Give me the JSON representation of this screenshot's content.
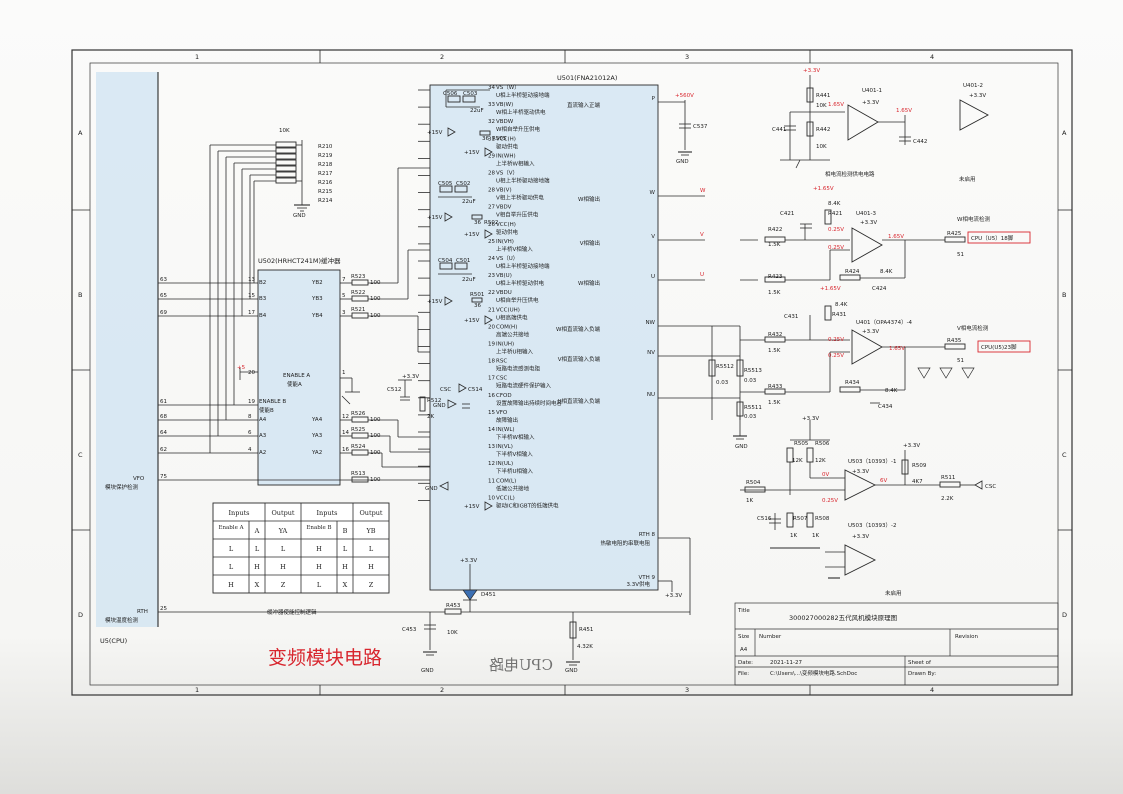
{
  "title_block": {
    "title_label": "Title",
    "title": "300027000282五代风机模块原理图",
    "size_label": "Size",
    "size": "A4",
    "number_label": "Number",
    "revision_label": "Revision",
    "date_label": "Date:",
    "date": "2021-11-27",
    "sheet_label": "Sheet  of",
    "file_label": "File:",
    "file": "C:\\Users\\...\\变频模块电路.SchDoc",
    "drawn_label": "Drawn By:"
  },
  "sheet_title": "变频模块电路",
  "mirror_text": "CPU电路",
  "grid": {
    "cols": [
      "1",
      "2",
      "3",
      "4"
    ],
    "rows": [
      "A",
      "B",
      "C",
      "D"
    ]
  },
  "u501": {
    "ref": "U501(FNA21012A)",
    "pins_left": [
      {
        "num": "34",
        "name": "VS（W）",
        "desc": "U相上半桥驱动接地端"
      },
      {
        "num": "33",
        "name": "VB(W)",
        "desc": "W相上半桥驱动供电"
      },
      {
        "num": "32",
        "name": "VBDW",
        "desc": "W相自举升压供电"
      },
      {
        "num": "31",
        "name": "VCC(H)",
        "desc": "驱动供电"
      },
      {
        "num": "29",
        "name": "IN(WH)",
        "desc": "上半桥W相输入"
      },
      {
        "num": "28",
        "name": "VS（V）",
        "desc": "U相上半桥驱动接地端"
      },
      {
        "num": "28",
        "name": "VB(V)",
        "desc": "V相上半桥驱动供电"
      },
      {
        "num": "27",
        "name": "VBDV",
        "desc": "V相自举升压供电"
      },
      {
        "num": "26",
        "name": "VCC(H)",
        "desc": "驱动供电"
      },
      {
        "num": "25",
        "name": "IN(VH)",
        "desc": "上半桥V相输入"
      },
      {
        "num": "24",
        "name": "VS（U）",
        "desc": "U相上半桥驱动接地端"
      },
      {
        "num": "23",
        "name": "VB(U)",
        "desc": "U相上半桥驱动供电"
      },
      {
        "num": "22",
        "name": "VBDU",
        "desc": "U相自举升压供电"
      },
      {
        "num": "21",
        "name": "VCC(UH)",
        "desc": "U相高端供电"
      },
      {
        "num": "20",
        "name": "COM(H)",
        "desc": "高端公共接地"
      },
      {
        "num": "19",
        "name": "IN(UH)",
        "desc": "上半桥U相输入"
      },
      {
        "num": "18",
        "name": "RSC",
        "desc": "短路电流感测电阻"
      },
      {
        "num": "17",
        "name": "CSC",
        "desc": "短路电流硬件保护输入"
      },
      {
        "num": "16",
        "name": "CFOD",
        "desc": "设置故障输出持续时间电容"
      },
      {
        "num": "15",
        "name": "VFO",
        "desc": "故障输出"
      },
      {
        "num": "14",
        "name": "IN(WL)",
        "desc": "下半桥W相输入"
      },
      {
        "num": "13",
        "name": "IN(VL)",
        "desc": "下半桥V相输入"
      },
      {
        "num": "12",
        "name": "IN(UL)",
        "desc": "下半桥U相输入"
      },
      {
        "num": "11",
        "name": "COM(L)",
        "desc": "低端公共接地"
      },
      {
        "num": "10",
        "name": "VCC(L)",
        "desc": "驱动IC和IGBT的低端供电"
      }
    ],
    "pins_right": [
      {
        "num": "P",
        "label": "直流输入正端"
      },
      {
        "num": "W",
        "label": "W相输出"
      },
      {
        "num": "V",
        "label": "V相输出"
      },
      {
        "num": "U",
        "label": "W相输出"
      },
      {
        "num": "NW",
        "label": "W相直流输入负端"
      },
      {
        "num": "NV",
        "label": "V相直流输入负端"
      },
      {
        "num": "NU",
        "label": "U相直流输入负端"
      },
      {
        "num": "RTH 8",
        "label": "热敏电阻的串联电阻"
      },
      {
        "num": "VTH 9",
        "label": "3.3V供电"
      }
    ]
  },
  "u502": {
    "ref": "U502(HRHCT241M)缓冲器",
    "enable_a": "ENABLE A",
    "enable_a_cn": "使能A",
    "enable_b": "ENABLE B",
    "enable_b_cn": "使能B",
    "pins_left": [
      [
        "13",
        "B2"
      ],
      [
        "15",
        "B3"
      ],
      [
        "17",
        "B4"
      ],
      [
        "20",
        ""
      ],
      [
        "19",
        ""
      ],
      [
        "8",
        "A4"
      ],
      [
        "6",
        "A3"
      ],
      [
        "4",
        "A2"
      ]
    ],
    "pins_right": [
      [
        "YB2",
        "7"
      ],
      [
        "YB3",
        "5"
      ],
      [
        "YB4",
        "3"
      ],
      [
        "YA4",
        "12"
      ],
      [
        "YA3",
        "14"
      ],
      [
        "YA2",
        "16"
      ]
    ],
    "enable_a_pin": "1",
    "plus5": "+5"
  },
  "u5": {
    "ref": "U5(CPU)",
    "vfo": "VFO",
    "vfo_label": "模块保护检测",
    "rth": "RTH",
    "rth_label": "模块温度检测",
    "pins": [
      "63",
      "65",
      "69",
      "61",
      "68",
      "64",
      "62",
      "75",
      "25"
    ]
  },
  "resnet": {
    "value": "10K",
    "refs": [
      "R210",
      "R219",
      "R218",
      "R217",
      "R216",
      "R215",
      "R214"
    ]
  },
  "truth_table": {
    "caption": "缓冲器使能控制逻辑",
    "head1": [
      "Inputs",
      "Output",
      "Inputs",
      "Output"
    ],
    "head2": [
      "Enable A",
      "A",
      "YA",
      "Enable B",
      "B",
      "YB"
    ],
    "rows": [
      [
        "L",
        "L",
        "L",
        "H",
        "L",
        "L"
      ],
      [
        "L",
        "H",
        "H",
        "H",
        "H",
        "H"
      ],
      [
        "H",
        "X",
        "Z",
        "L",
        "X",
        "Z"
      ]
    ]
  },
  "labels": {
    "gnd": "GND",
    "p15v": "+15V",
    "p33v": "+3.3V",
    "p560v": "+560V",
    "p165v": "+1.65V",
    "csc": "CSC",
    "v165": "1.65V",
    "v025": "0.25V",
    "v0": "0V",
    "v6": "6V"
  },
  "caps_top": [
    {
      "ref": "C506",
      "ref2": "C503",
      "val": "22uF"
    },
    {
      "ref": "C505",
      "ref2": "C502",
      "val": "22uF"
    },
    {
      "ref": "C504",
      "ref2": "C501",
      "val": "22uF"
    }
  ],
  "misc_parts": {
    "R505": "R505",
    "R503": "R503",
    "R502": "R502",
    "R501": "R501",
    "v36": "36",
    "R523": "R523",
    "R522": "R522",
    "R521": "R521",
    "R526": "R526",
    "R525": "R525",
    "R524": "R524",
    "R513": "R513",
    "v100": "100",
    "C512": "C512",
    "R512": "R512",
    "v2K": "2K",
    "C514": "C514",
    "R453": "R453",
    "C453": "C453",
    "R451": "R451",
    "v432": "4.32K",
    "D451": "D451",
    "v10K": "10K",
    "C537": "C537",
    "R5512": "R5512",
    "R5513": "R5513",
    "R5511": "R5511",
    "v003": "0.03"
  },
  "current_sense": {
    "power_label": "相电流检测供电电路",
    "unused": "未启用",
    "w_label": "W相电流检测",
    "v_label": "V相电流检测",
    "cpu_w": "CPU（U5）18脚",
    "cpu_v": "CPU(U5)23脚",
    "u401_1": "U401-1",
    "u401_2": "U401-2",
    "u401_3": "U401-3",
    "u401_4": "U401（OPA4374）-4",
    "R441": "R441",
    "R442": "R442",
    "C441": "C441",
    "C442": "C442",
    "R421": "R421",
    "C421": "C421",
    "R422": "R422",
    "R423": "R423",
    "R424": "R424",
    "C424": "C424",
    "R425": "R425",
    "R431": "R431",
    "C431": "C431",
    "R432": "R432",
    "R433": "R433",
    "R434": "R434",
    "C434": "C434",
    "R435": "R435",
    "v8_4K": "8.4K",
    "v1_5K": "1.5K",
    "v51": "51"
  },
  "comparator": {
    "u503_1": "U503（10393）-1",
    "u503_2": "U503（10393）-2",
    "R505": "R505",
    "R506": "R506",
    "R504": "R504",
    "R507": "R507",
    "R508": "R508",
    "R509": "R509",
    "R511": "R511",
    "C516": "C516",
    "v12K": "12K",
    "v1K": "1K",
    "v4K7": "4K7",
    "v2_2K": "2.2K",
    "unused": "未启用"
  }
}
